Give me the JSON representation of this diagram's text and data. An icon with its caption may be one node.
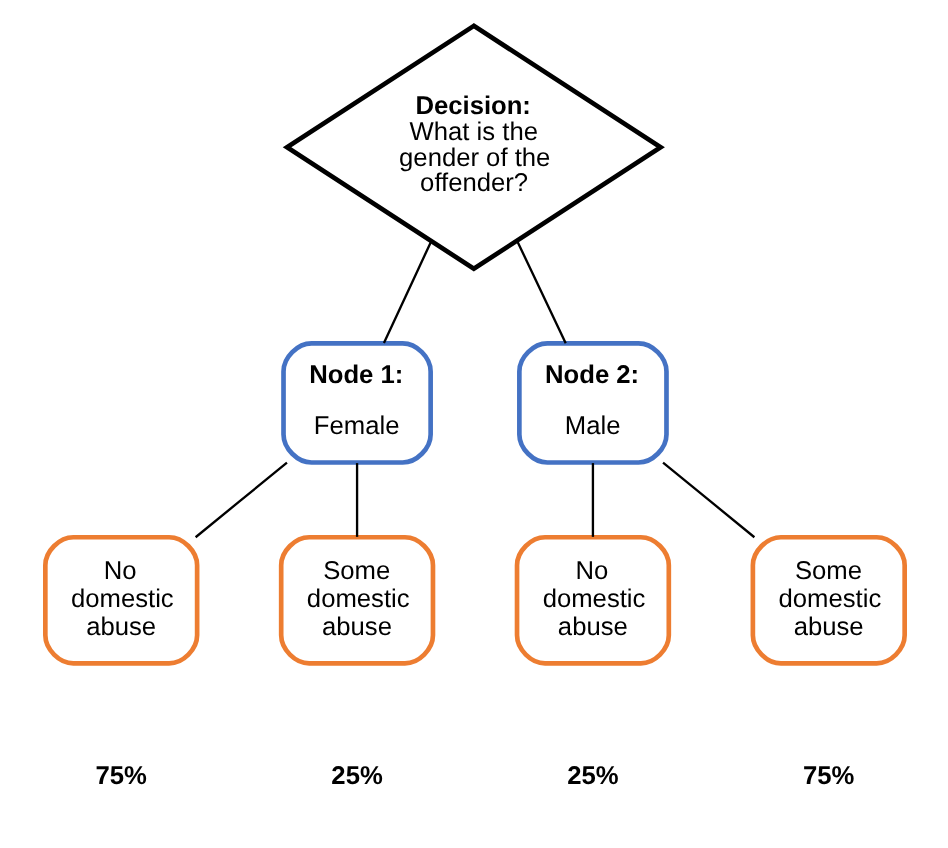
{
  "diagram": {
    "nodes": [
      {
        "text": [
          "**Decision:** What is the gender of the offender?"
        ]
      },
      {
        "text": [
          "Node 1:",
          "Female"
        ]
      },
      {
        "text": [
          "Node 2:",
          "Male"
        ]
      },
      {
        "text": [
          "No domestic abuse"
        ],
        "beside": [
          "75%"
        ]
      },
      {
        "text": [
          "Some domestic abuse"
        ],
        "beside": [
          "25%"
        ]
      },
      {
        "text": [
          "No domestic abuse"
        ],
        "beside": [
          "25%"
        ]
      },
      {
        "text": [
          "Some domestic abuse"
        ],
        "beside": [
          "75%"
        ]
      }
    ],
    "edges": [
      {
        "from": 0,
        "to": 1,
        "arrow": "none"
      },
      {
        "from": 0,
        "to": 2,
        "arrow": "none"
      },
      {
        "from": 1,
        "to": 3,
        "arrow": "none"
      },
      {
        "from": 1,
        "to": 4,
        "arrow": "none"
      },
      {
        "from": 2,
        "to": 5,
        "arrow": "none"
      },
      {
        "from": 2,
        "to": 6,
        "arrow": "none"
      }
    ]
  }
}
